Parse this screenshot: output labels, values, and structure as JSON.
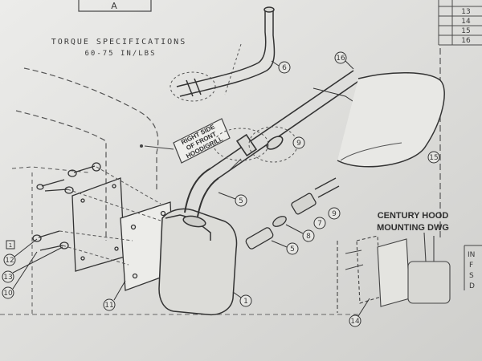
{
  "title_block": {
    "revision_letter": "A"
  },
  "table_rows": [
    "13",
    "14",
    "15",
    "16"
  ],
  "torque": {
    "line1": "TORQUE SPECIFICATIONS",
    "line2": "60-75 IN/LBS"
  },
  "callout_note": {
    "line1": "RIGHT SIDE",
    "line2": "OF FRONT",
    "line3": "HOOD/GRILL"
  },
  "mounting_title": {
    "line1": "CENTURY HOOD",
    "line2": "MOUNTING DWG"
  },
  "edge_letters": [
    "IN",
    "F",
    "S",
    "D"
  ],
  "callouts": [
    "1",
    "5",
    "5",
    "6",
    "7",
    "8",
    "9",
    "9",
    "10",
    "11",
    "12",
    "13",
    "14",
    "15",
    "16"
  ],
  "small_box_label": "1"
}
